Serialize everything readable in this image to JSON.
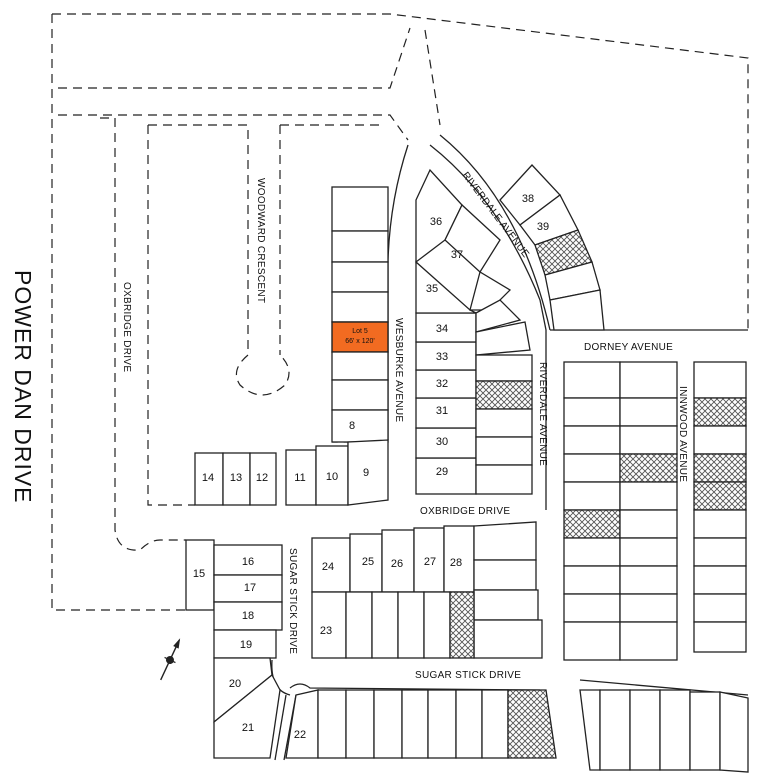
{
  "streets": {
    "power_dan": "POWER DAN DRIVE",
    "oxbridge_vertical": "OXBRIDGE DRIVE",
    "oxbridge_horizontal": "OXBRIDGE DRIVE",
    "woodward": "WOODWARD CRESCENT",
    "wesburke": "WESBURKE AVENUE",
    "riverdale_upper": "RIVERDALE AVENUE",
    "riverdale_lower": "RIVERDALE AVENUE",
    "dorney": "DORNEY AVENUE",
    "innwood": "INNWOOD AVENUE",
    "sugar_stick_vertical": "SUGAR STICK DRIVE",
    "sugar_stick_horizontal": "SUGAR STICK DRIVE"
  },
  "featured_lot": {
    "name": "Lot 5",
    "size": "66' x 120'",
    "color": "#f26b21"
  },
  "lot_numbers": {
    "l8": "8",
    "l9": "9",
    "l10": "10",
    "l11": "11",
    "l12": "12",
    "l13": "13",
    "l14": "14",
    "l15": "15",
    "l16": "16",
    "l17": "17",
    "l18": "18",
    "l19": "19",
    "l20": "20",
    "l21": "21",
    "l22": "22",
    "l23": "23",
    "l24": "24",
    "l25": "25",
    "l26": "26",
    "l27": "27",
    "l28": "28",
    "l29": "29",
    "l30": "30",
    "l31": "31",
    "l32": "32",
    "l33": "33",
    "l34": "34",
    "l35": "35",
    "l36": "36",
    "l37": "37",
    "l38": "38",
    "l39": "39"
  },
  "legend_colors": {
    "sold_hatch": "#555555",
    "lot_outline": "#222222"
  },
  "icons": {
    "compass": "north-arrow-icon"
  }
}
